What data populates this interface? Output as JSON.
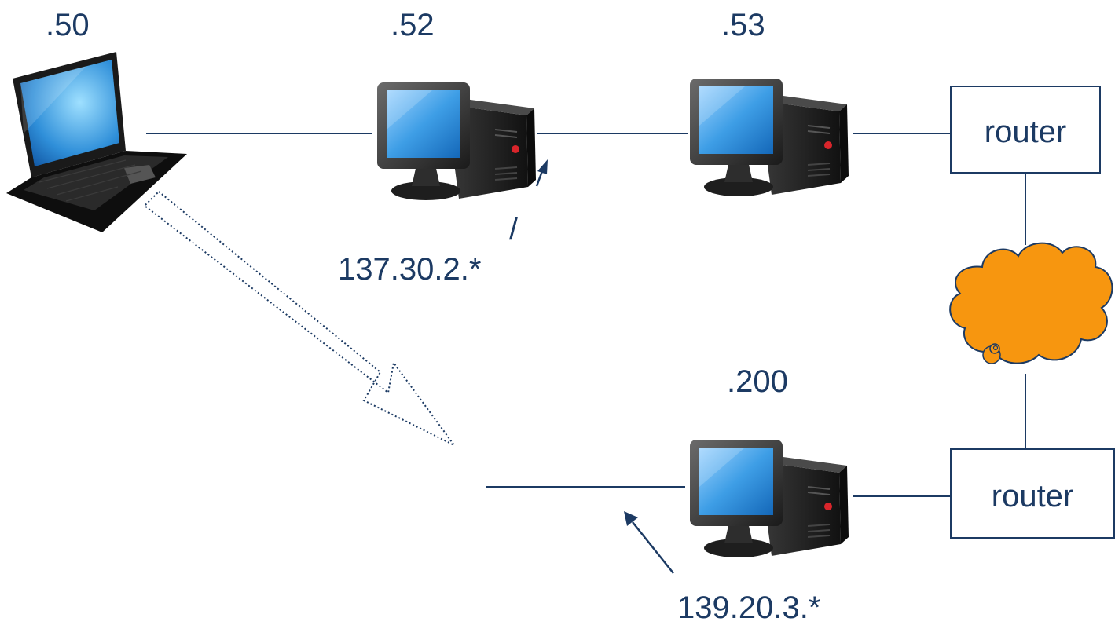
{
  "hosts": {
    "laptop": {
      "label": ".50"
    },
    "pc_52": {
      "label": ".52"
    },
    "pc_53": {
      "label": ".53"
    },
    "pc_200": {
      "label": ".200"
    }
  },
  "routers": [
    {
      "label": "router"
    },
    {
      "label": "router"
    }
  ],
  "networks": {
    "subnet_a": {
      "label": "137.30.2.*"
    },
    "subnet_b": {
      "label": "139.20.3.*"
    }
  },
  "marks": {
    "slash": "/"
  },
  "colors": {
    "line": "#1c3a63",
    "text": "#1c3a63",
    "cloud_fill": "#f7960f",
    "cloud_stroke": "#1c3a63",
    "screen": "#3e9ee6",
    "case": "#222222"
  }
}
